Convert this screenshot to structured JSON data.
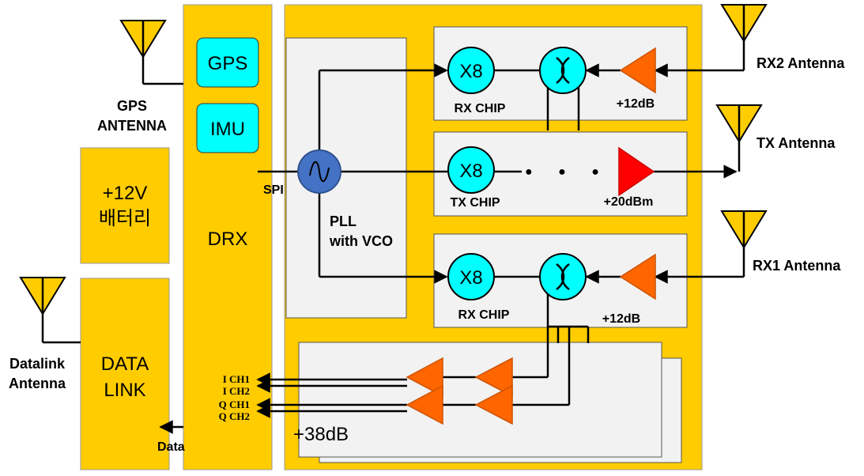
{
  "blocks": {
    "gps": "GPS",
    "imu": "IMU",
    "drx": "DRX",
    "battery_line1": "+12V",
    "battery_line2": "배터리",
    "datalink_line1": "DATA",
    "datalink_line2": "LINK"
  },
  "antennas": {
    "gps_line1": "GPS",
    "gps_line2": "ANTENNA",
    "datalink_line1": "Datalink",
    "datalink_line2": "Antenna",
    "rx2": "RX2 Antenna",
    "tx": "TX Antenna",
    "rx1": "RX1 Antenna"
  },
  "rf": {
    "spi": "SPI",
    "pll_line1": "PLL",
    "pll_line2": "with VCO",
    "multiplier": "X8",
    "rx_chip": "RX CHIP",
    "tx_chip": "TX CHIP",
    "lna_gain": "+12dB",
    "pa_power": "+20dBm",
    "baseband_gain": "+38dB",
    "dots": "● ● ●",
    "data": "Data"
  },
  "channels": [
    "I CH1",
    "I CH2",
    "Q CH1",
    "Q CH2"
  ],
  "colors": {
    "block_fill": "#FFCC00",
    "chip_fill": "#00FFFF",
    "pll_fill": "#4472C4",
    "lna_fill": "#FF6600",
    "pa_fill": "#FF0000",
    "panel_fill": "#F2F2F2"
  }
}
